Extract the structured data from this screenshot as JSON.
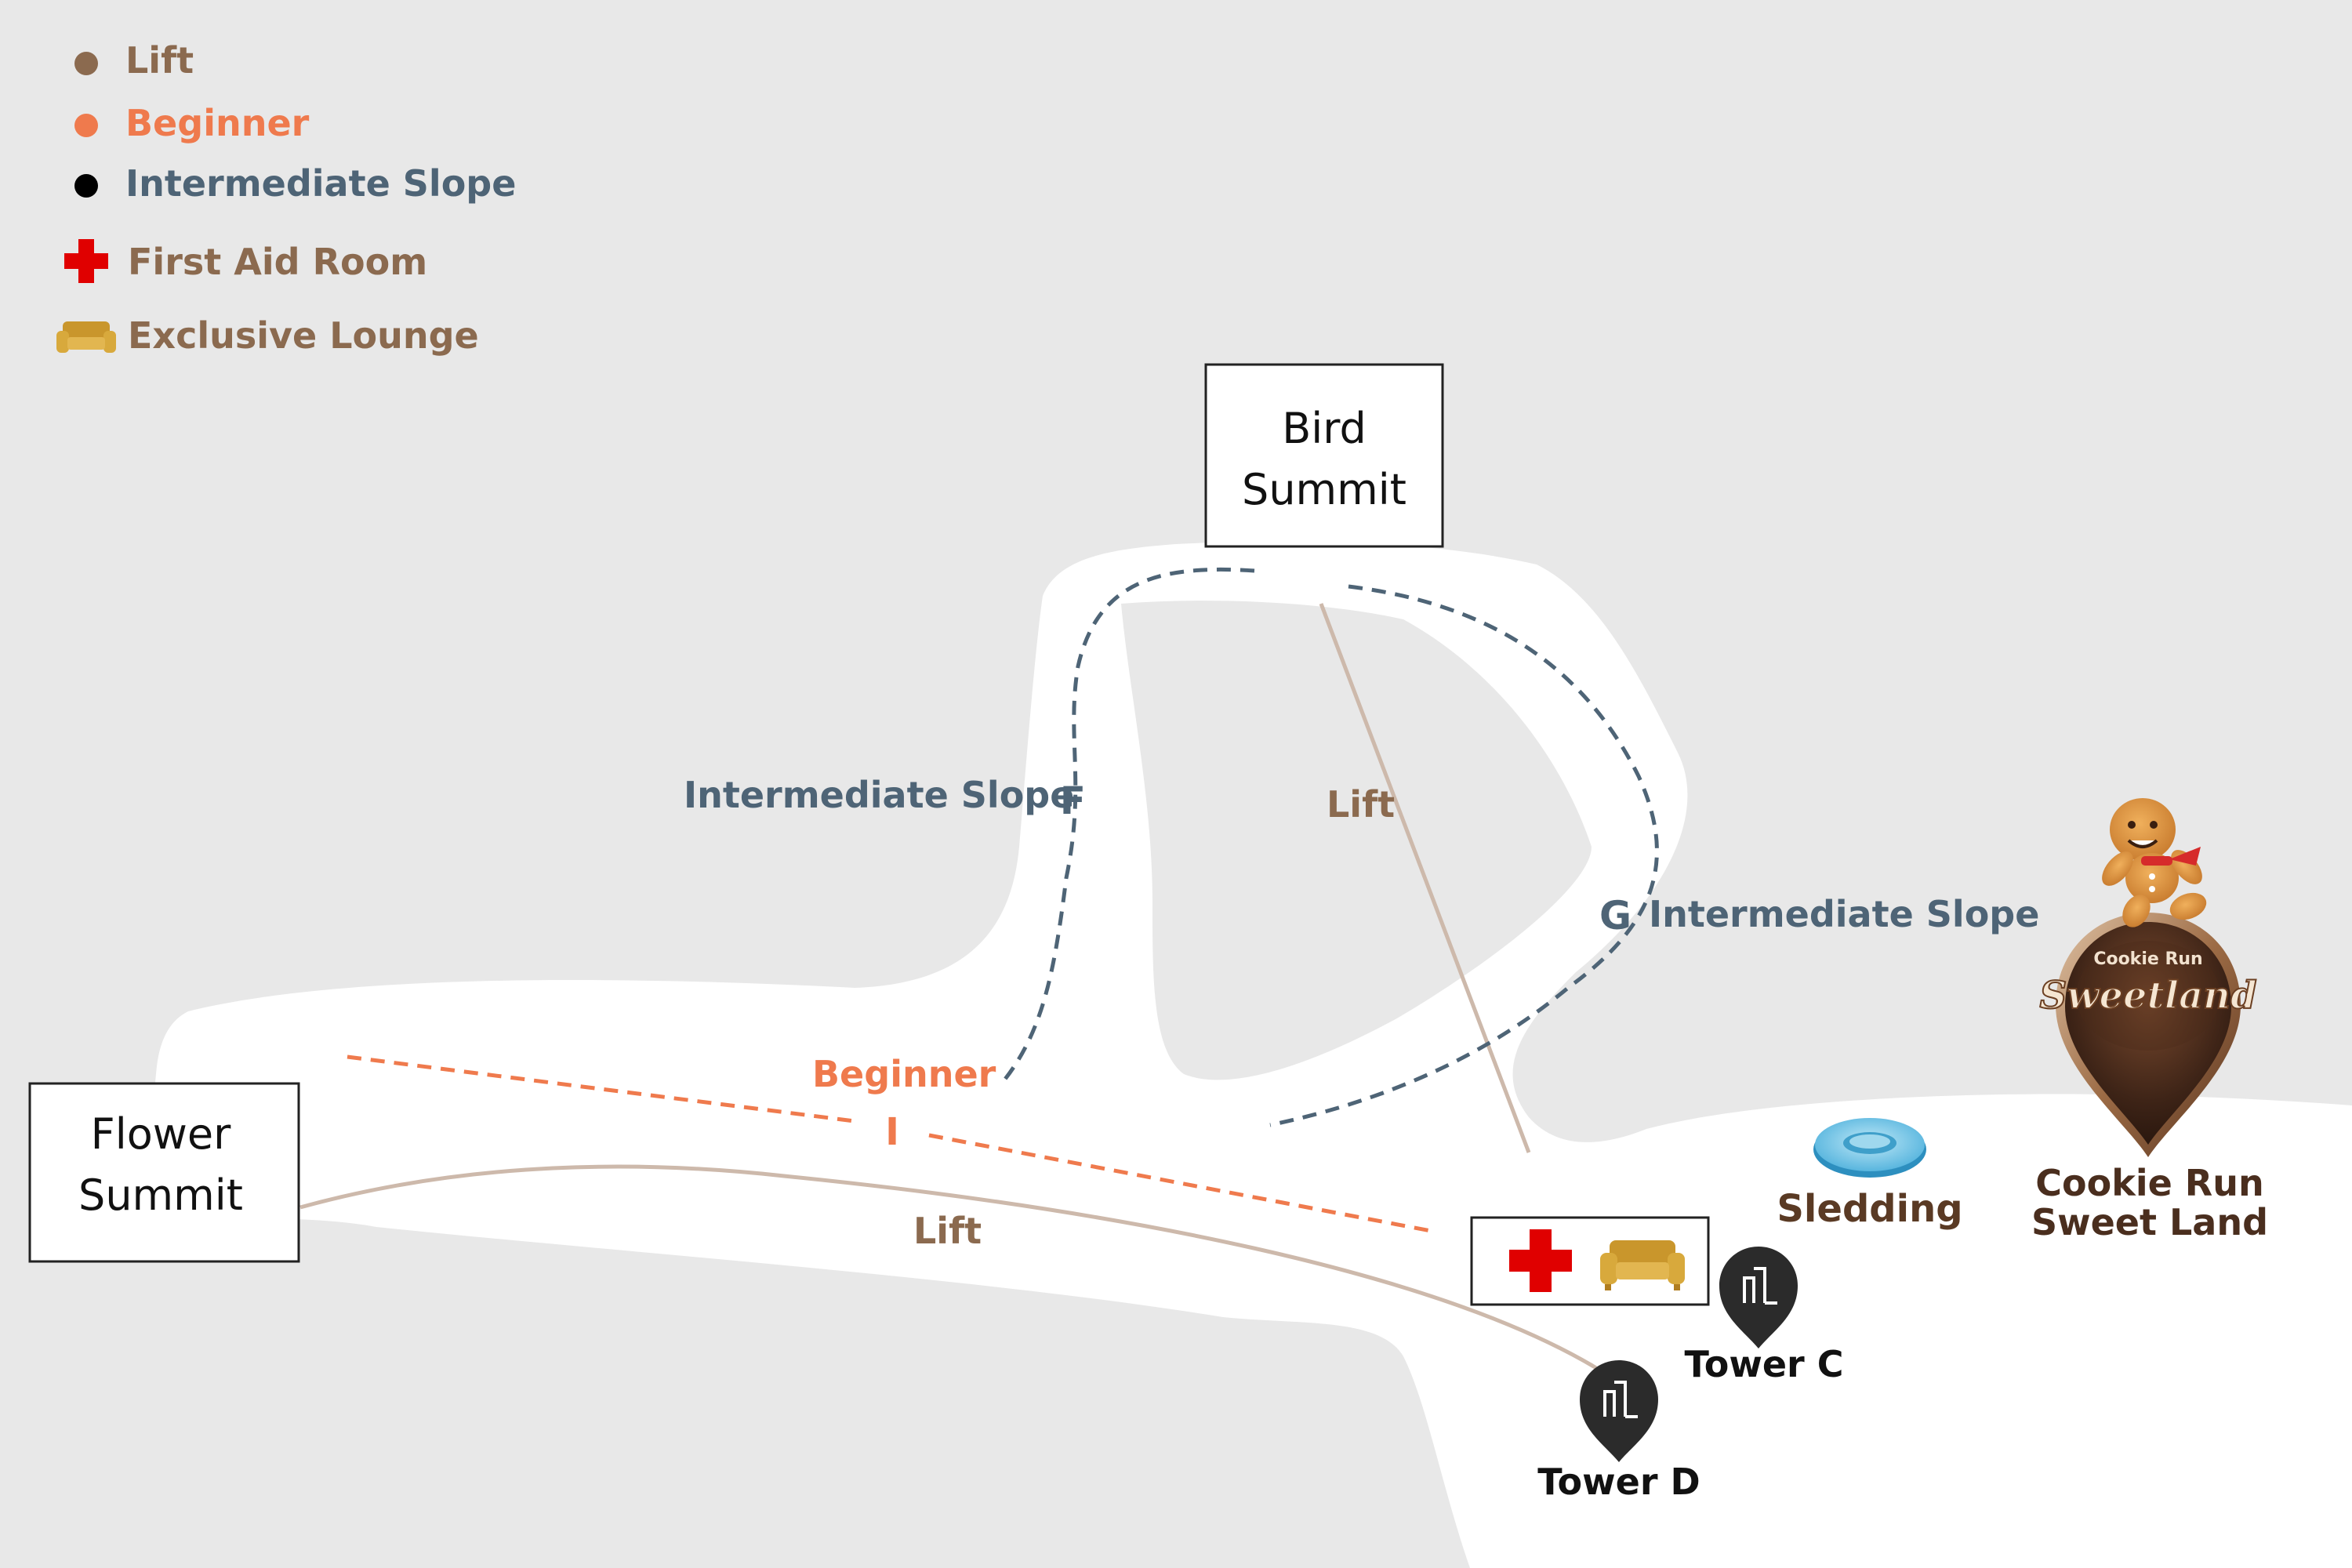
{
  "colors": {
    "background": "#e8e8e8",
    "snow": "#ffffff",
    "lift": "#8b6a4f",
    "lift_line": "#cdb9ab",
    "beginner": "#ef7a4d",
    "intermediate": "#4e6476",
    "first_aid": "#e00000",
    "lounge": "#d4a43a",
    "tower_marker": "#2b2b2b"
  },
  "legend": {
    "lift": "Lift",
    "beginner": "Beginner",
    "intermediate": "Intermediate Slope",
    "first_aid": "First Aid Room",
    "lounge": "Exclusive Lounge"
  },
  "summits": {
    "bird": [
      "Bird",
      "Summit"
    ],
    "flower": [
      "Flower",
      "Summit"
    ]
  },
  "trails": {
    "f_name": "Intermediate Slope",
    "f_letter": "F",
    "g_name": "Intermediate Slope",
    "g_letter": "G",
    "beginner_name": "Beginner",
    "beginner_letter": "I",
    "lift_upper": "Lift",
    "lift_lower": "Lift"
  },
  "pois": {
    "sledding": "Sledding",
    "sweetland_line1": "Cookie Run",
    "sweetland_line2": "Sweet Land",
    "tower_c": "Tower C",
    "tower_d": "Tower D",
    "logo_top": "Cookie Run",
    "logo_main": "Sweetland"
  },
  "icons": {
    "first_aid": "red-cross-icon",
    "lounge": "sofa-icon",
    "sledding": "snow-tube-icon",
    "tower": "building-pin-icon",
    "mascot": "gingerbread-cookie-icon"
  }
}
